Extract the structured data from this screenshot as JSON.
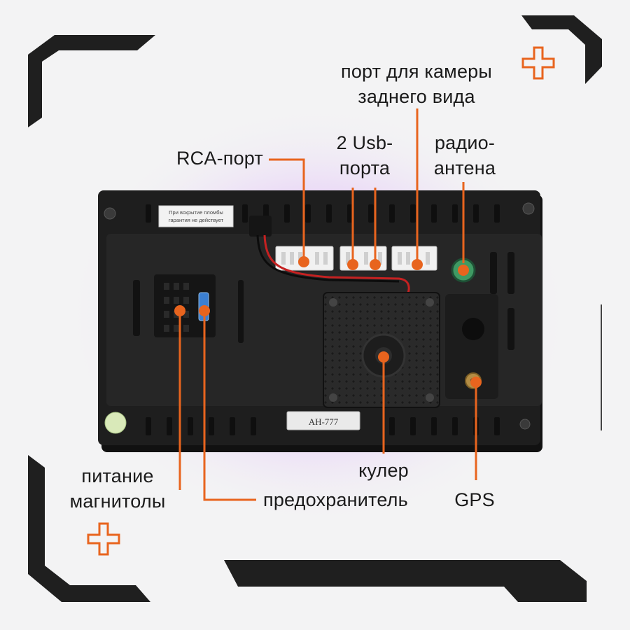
{
  "labels": {
    "rear_camera_port": "порт для камеры\nзаднего вида",
    "rca_port": "RCA-порт",
    "usb_ports": "2 Usb-\nпорта",
    "radio_antenna": "радио-\nантена",
    "power": "питание\nмагнитолы",
    "fuse": "предохранитель",
    "cooler": "кулер",
    "gps": "GPS"
  },
  "device": {
    "sticker_text": "При вскрытие пломбы\nгарантия не действует",
    "model_plate": "AH-777"
  },
  "colors": {
    "accent": "#e8641e",
    "frame": "#1f1f1f",
    "glow": "#c774ff",
    "antenna_green": "#3f9a63"
  },
  "icons": [
    "plus-icon",
    "plus-icon"
  ]
}
